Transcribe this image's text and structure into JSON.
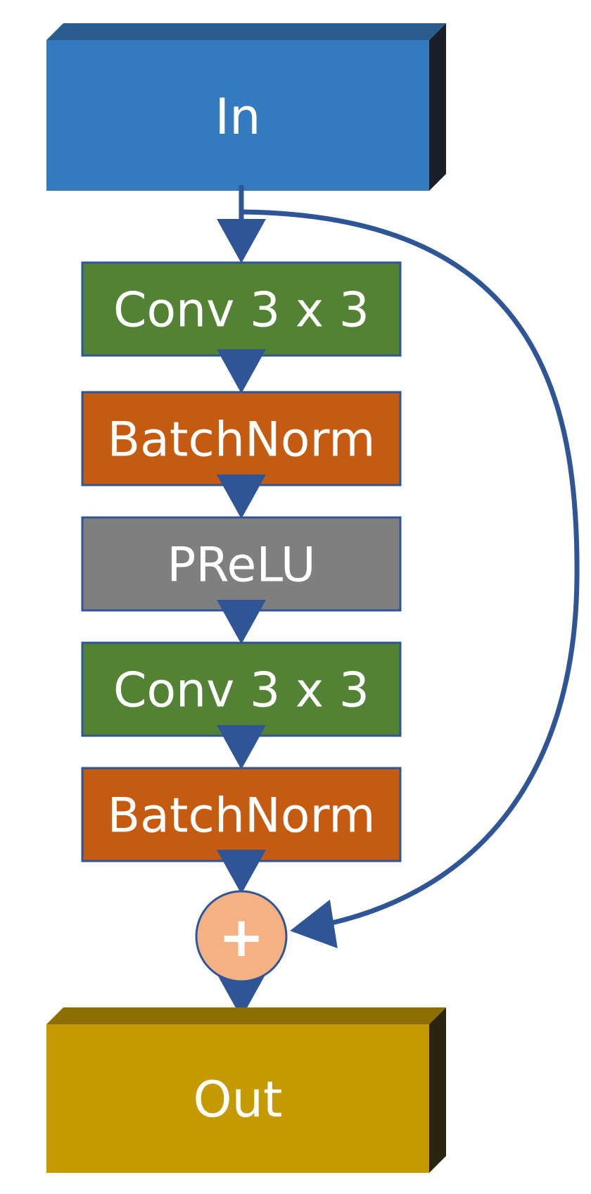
{
  "diagram": {
    "input": {
      "label": "In",
      "color": "#337ABF",
      "top_color": "#2A5C8D",
      "side_color": "#1A1F2A"
    },
    "output": {
      "label": "Out",
      "color": "#C49A00",
      "top_color": "#8E6E00",
      "side_color": "#2A2410"
    },
    "layers": [
      {
        "label": "Conv 3 x 3",
        "color": "#548235"
      },
      {
        "label": "BatchNorm",
        "color": "#C55A11"
      },
      {
        "label": "PReLU",
        "color": "#7F7F7F"
      },
      {
        "label": "Conv 3 x 3",
        "color": "#548235"
      },
      {
        "label": "BatchNorm",
        "color": "#C55A11"
      }
    ],
    "add_node": {
      "symbol": "+",
      "color": "#F4B183",
      "stroke": "#2F5597"
    },
    "arrow_color": "#2F5597"
  }
}
